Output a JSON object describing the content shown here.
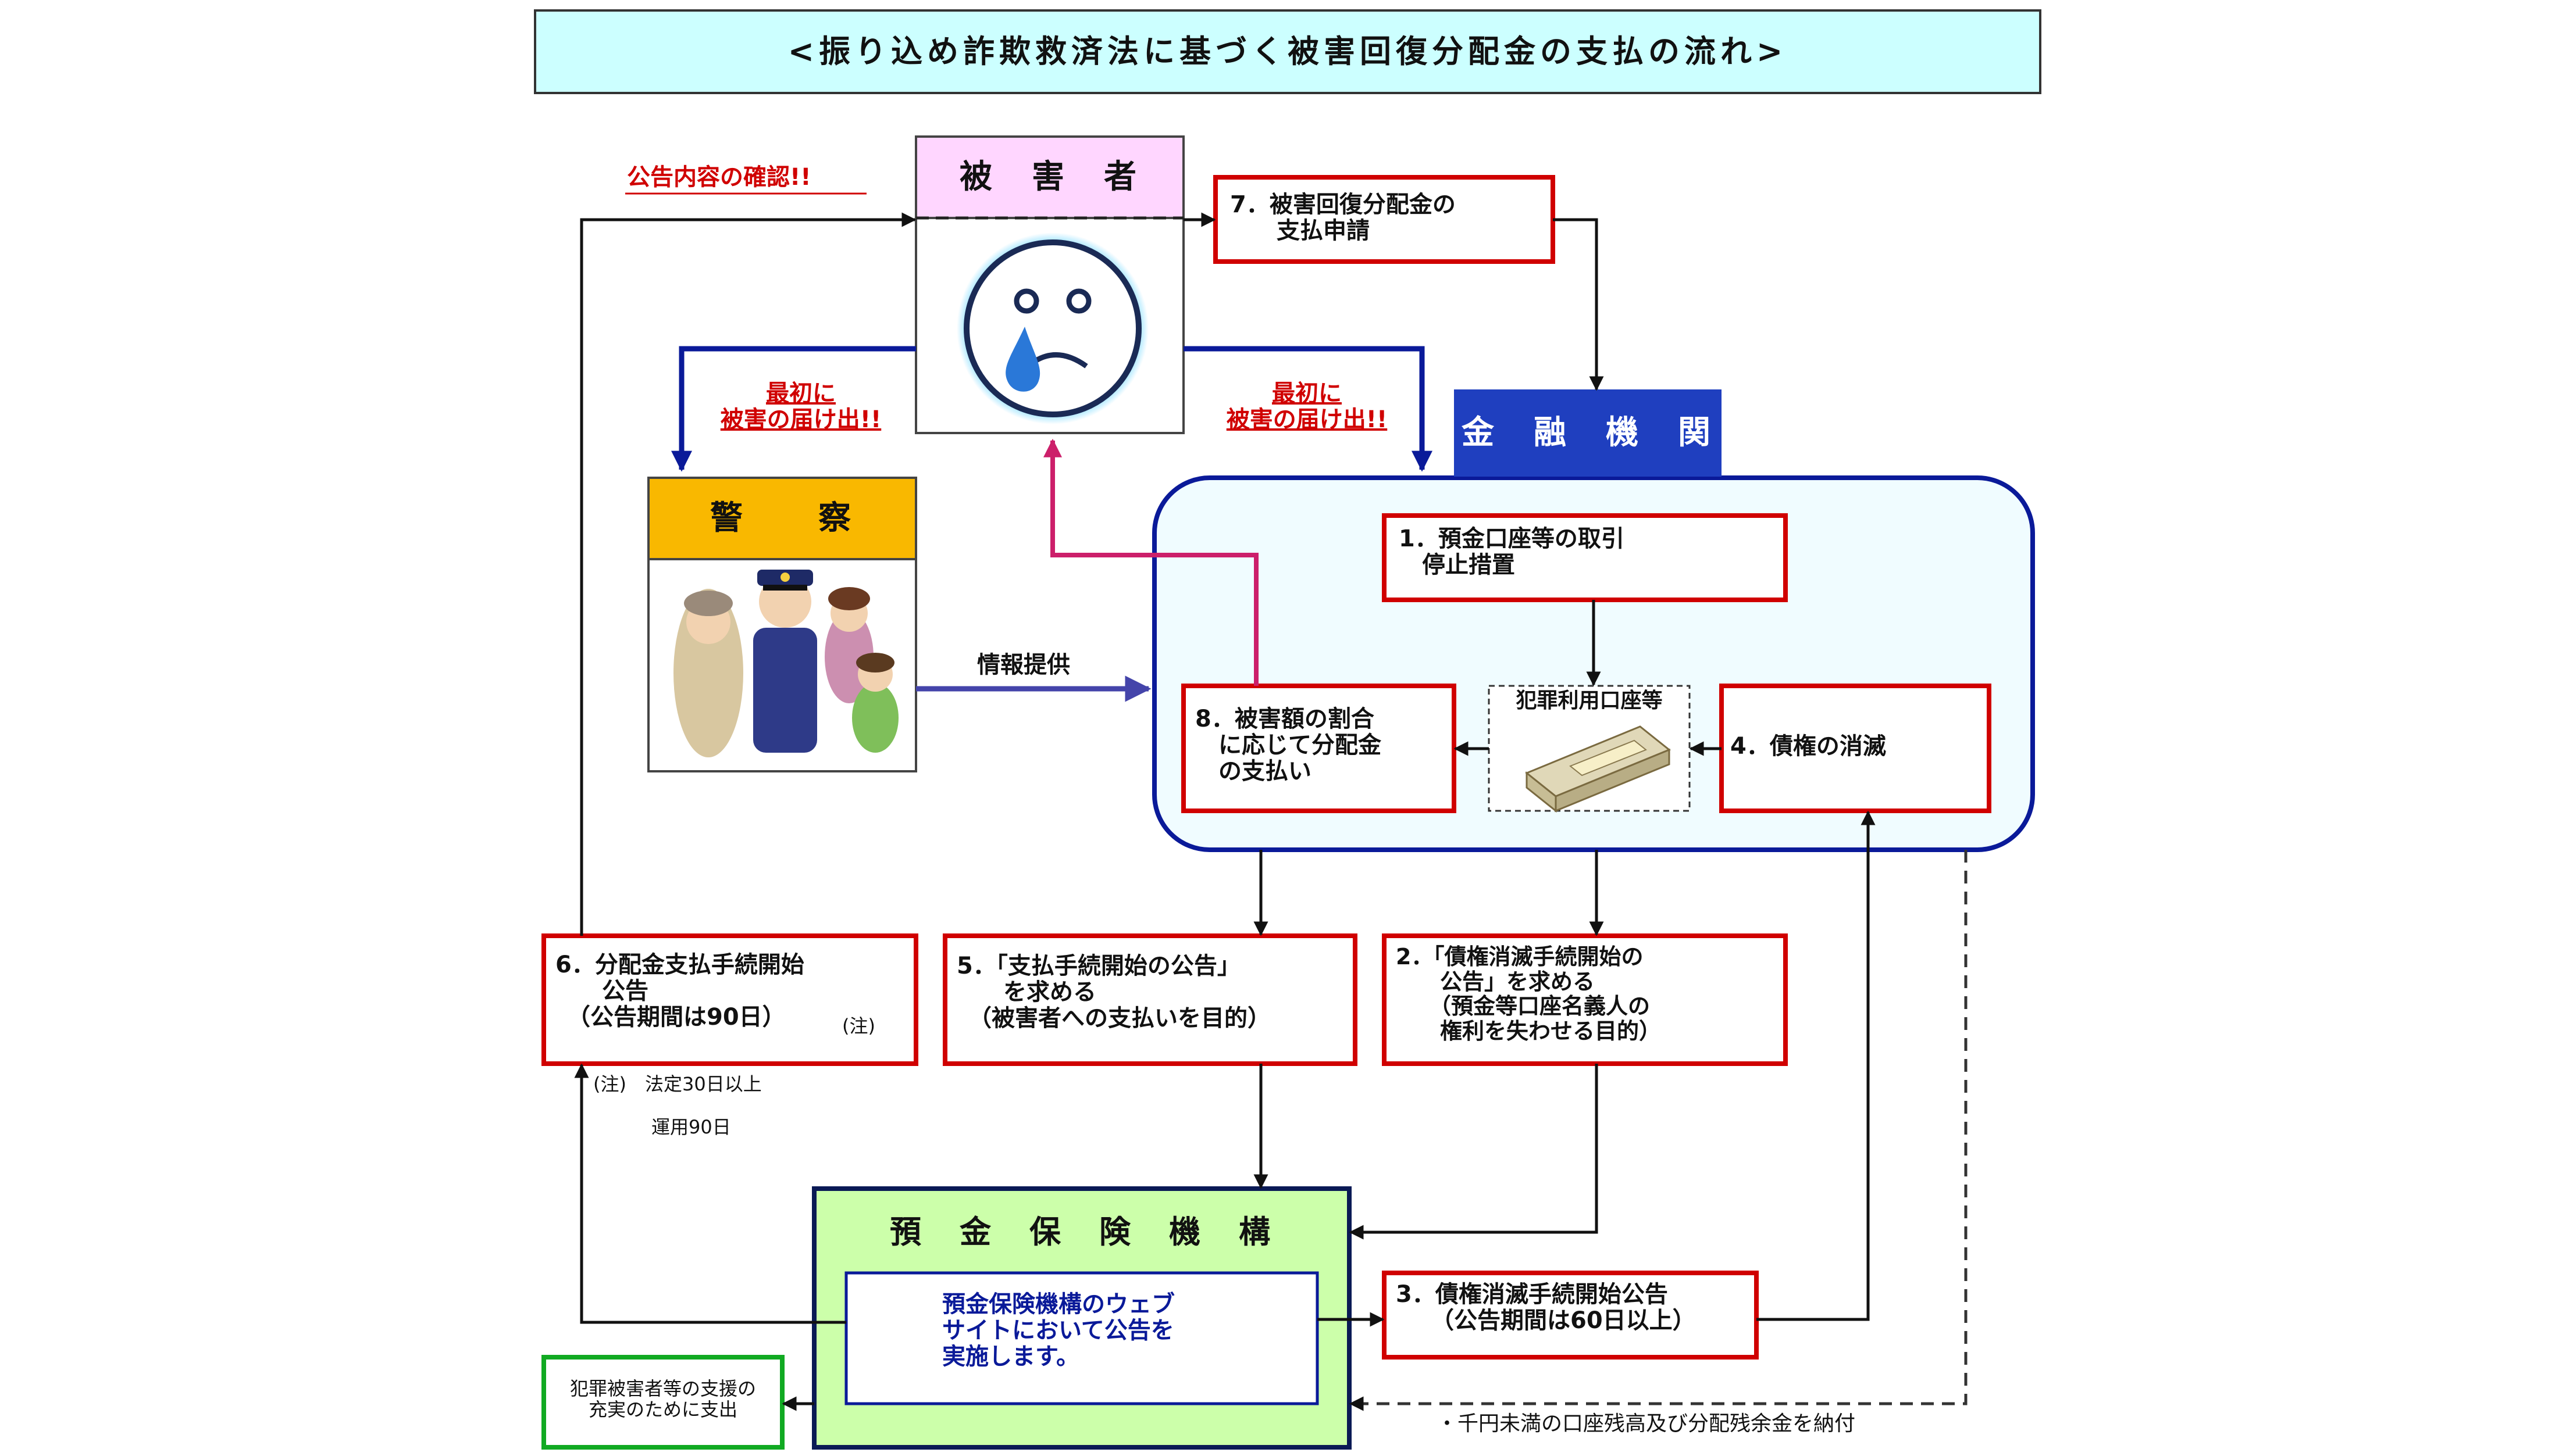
{
  "title": "<振り込め詐欺救済法に基づく被害回復分配金の支払の流れ>",
  "colors": {
    "red": "#d00000",
    "navy": "#0a1a99",
    "blue_header": "#1f3fbf",
    "magenta": "#cc1f6a",
    "orange": "#f9b800",
    "lightblue": "#f0fcff",
    "lightgreen": "#ccffaa"
  },
  "victim": {
    "label": "被　害　者",
    "icon": "crying-face-icon"
  },
  "police": {
    "label": "警　　察",
    "icon": "police-and-family-icon"
  },
  "bank": {
    "label": "金　融　機　関"
  },
  "dic": {
    "label": "預　金　保　険　機　構",
    "inner": "預金保険機構のウェブ\nサイトにおいて公告を\n実施します。"
  },
  "account": {
    "label": "犯罪利用口座等",
    "icon": "money-bundle-icon"
  },
  "steps": {
    "s1": "1．預金口座等の取引\n　停止措置",
    "s2": "2．「債権消滅手続開始の\n　　公告」を求める\n　　（預金等口座名義人の\n　　権利を失わせる目的）",
    "s3": "3．債権消滅手続開始公告\n　　（公告期間は60日以上）",
    "s4": "4．債権の消滅",
    "s5": "5．「支払手続開始の公告」\n　　を求める\n　（被害者への支払いを目的）",
    "s6": "6．分配金支払手続開始\n　　公告\n　（公告期間は90日）",
    "s6_note_mark": "(注)",
    "s7": "7．被害回復分配金の\n　　支払申請",
    "s8": "8．被害額の割合\n　に応じて分配金\n　の支払い"
  },
  "labels": {
    "confirm": "公告内容の確認!!",
    "report_left": "最初に\n被害の届け出!!",
    "report_right": "最初に\n被害の届け出!!",
    "info": "情報提供",
    "note1": "(注)　法定30日以上",
    "note2": "運用90日",
    "support": "犯罪被害者等の支援の\n充実のために支出",
    "remainder": "・千円未満の口座残高及び分配残余金を納付"
  }
}
